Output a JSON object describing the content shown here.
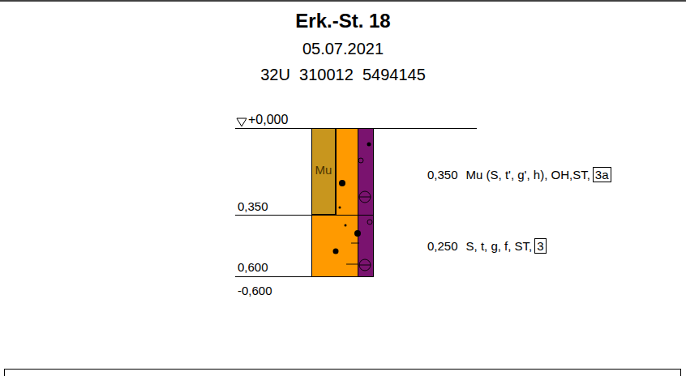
{
  "diagram": {
    "title": "Erk.-St. 18",
    "nodes": [
      {
        "text": [
          "Mu"
        ]
      },
      {
        "text": [
          "3a"
        ]
      },
      {
        "text": [
          "3"
        ]
      }
    ],
    "labels": [
      "05.07.2021",
      "32U  310012  5494145",
      "+0,000",
      "0,350",
      "0,600",
      "-0,600",
      "0,350",
      "Mu (S, t', g', h), OH,ST,",
      "0,250",
      "S, t, g, f, ST,"
    ]
  }
}
